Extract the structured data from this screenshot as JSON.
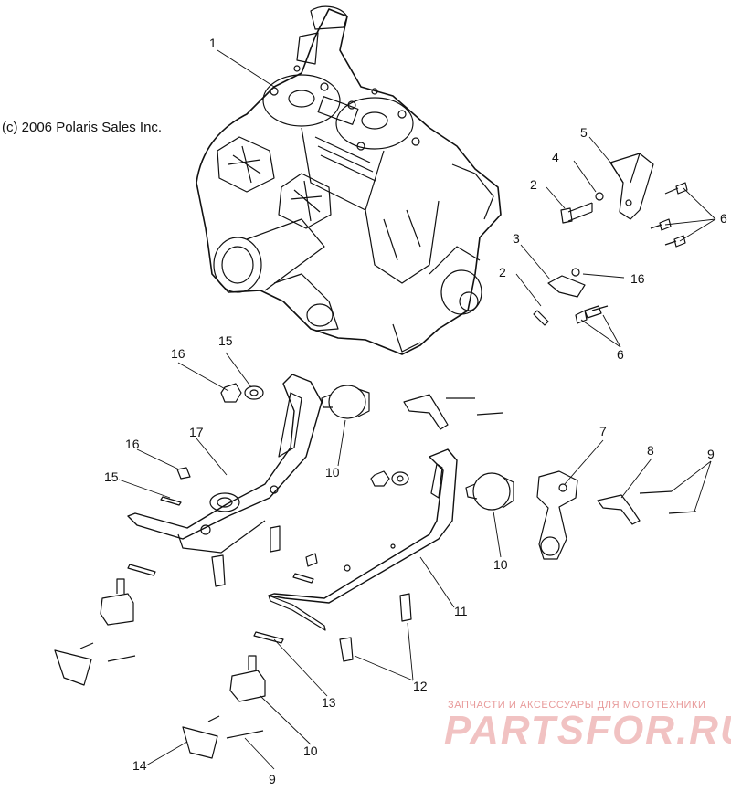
{
  "copyright": "(c) 2006 Polaris Sales Inc.",
  "callouts": [
    "1",
    "2",
    "2",
    "3",
    "4",
    "5",
    "6",
    "6",
    "7",
    "8",
    "9",
    "9",
    "10",
    "10",
    "10",
    "11",
    "12",
    "13",
    "14",
    "15",
    "15",
    "16",
    "16",
    "16",
    "17"
  ],
  "watermark": {
    "subtitle": "ЗАПЧАСТИ И АКСЕССУАРЫ ДЛЯ МОТОТЕХНИКИ",
    "brand": "PARTSFOR.RU",
    "color": "#e89a9a"
  },
  "colors": {
    "line": "#111111",
    "background": "#ffffff"
  }
}
